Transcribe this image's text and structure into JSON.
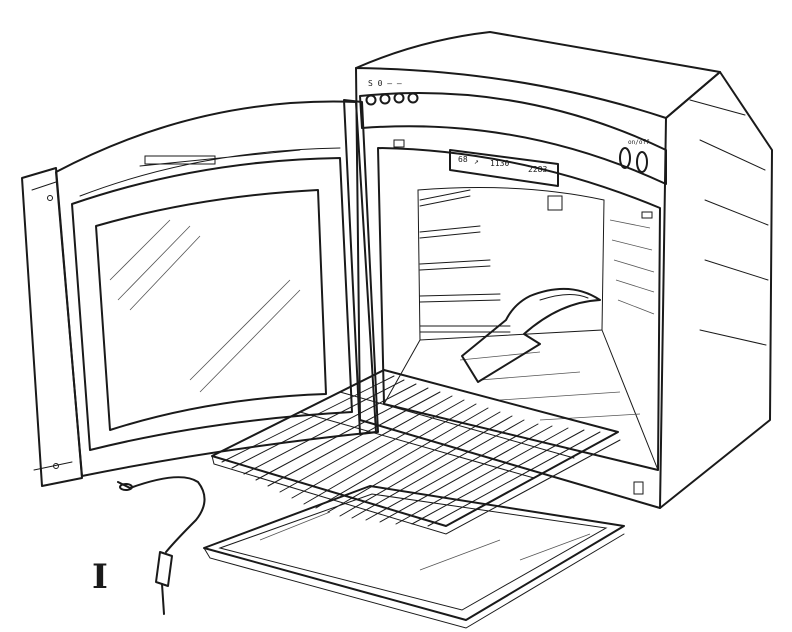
{
  "figure": {
    "label": "I",
    "control_panel": {
      "display_items": [
        "68",
        "↗",
        "1130",
        "2283"
      ],
      "left_marks": "S 0 — —",
      "right_marks": "on/off"
    },
    "colors": {
      "ink": "#1a1a1a",
      "background": "#ffffff"
    }
  }
}
